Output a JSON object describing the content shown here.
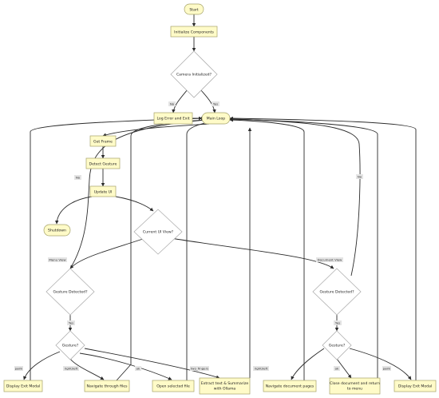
{
  "colors": {
    "node_fill": "#fffbc8",
    "node_stroke": "#a5a36a",
    "decision_fill": "#ffffff",
    "decision_stroke": "#b0b0b0",
    "edge": "#2b2b2b",
    "label_bg": "#e4e4e4"
  },
  "nodes": {
    "start": {
      "label": "Start",
      "shape": "terminal"
    },
    "init": {
      "label": "Initialize Components",
      "shape": "process"
    },
    "camera_check": {
      "label": "Camera Initialized?",
      "shape": "decision"
    },
    "log_error": {
      "label": "Log Error and Exit",
      "shape": "process"
    },
    "main_loop": {
      "label": "Main Loop",
      "shape": "terminal"
    },
    "get_frame": {
      "label": "Get Frame",
      "shape": "process"
    },
    "detect_gesture": {
      "label": "Detect Gesture",
      "shape": "process"
    },
    "update_ui": {
      "label": "Update UI",
      "shape": "process"
    },
    "shutdown": {
      "label": "Shutdown",
      "shape": "terminal"
    },
    "current_view": {
      "label": "Current UI View?",
      "shape": "decision"
    },
    "menu_detected": {
      "label": "Gesture Detected?",
      "shape": "decision"
    },
    "doc_detected": {
      "label": "Gesture Detected?",
      "shape": "decision"
    },
    "menu_gesture": {
      "label": "Gesture?",
      "shape": "decision"
    },
    "doc_gesture": {
      "label": "Gesture?",
      "shape": "decision"
    },
    "display_exit_1": {
      "label": "Display Exit Modal",
      "shape": "process"
    },
    "navigate_files": {
      "label": "Navigate through files",
      "shape": "process"
    },
    "open_file": {
      "label": "Open selected file",
      "shape": "process"
    },
    "extract_text": {
      "label": [
        "Extract text & Summarize",
        "with Ollama"
      ],
      "shape": "process"
    },
    "navigate_pages": {
      "label": "Navigate document pages",
      "shape": "process"
    },
    "close_doc": {
      "label": [
        "Close document and return",
        "to menu"
      ],
      "shape": "process"
    },
    "display_exit_2": {
      "label": "Display Exit Modal",
      "shape": "process"
    }
  },
  "edge_labels": {
    "no_camera": "No",
    "yes_camera": "Yes",
    "menu_view": "Menu View",
    "document_view": "Document View",
    "no_menu": "No",
    "no_doc": "No",
    "yes_menu": "Yes",
    "yes_doc": "Yes",
    "palm_menu": "palm",
    "right_left_menu": "right/left",
    "ok_menu": "ok",
    "two_fingers": "two_fingers",
    "right_left_doc": "right/left",
    "ok_doc": "ok",
    "palm_doc": "palm"
  }
}
